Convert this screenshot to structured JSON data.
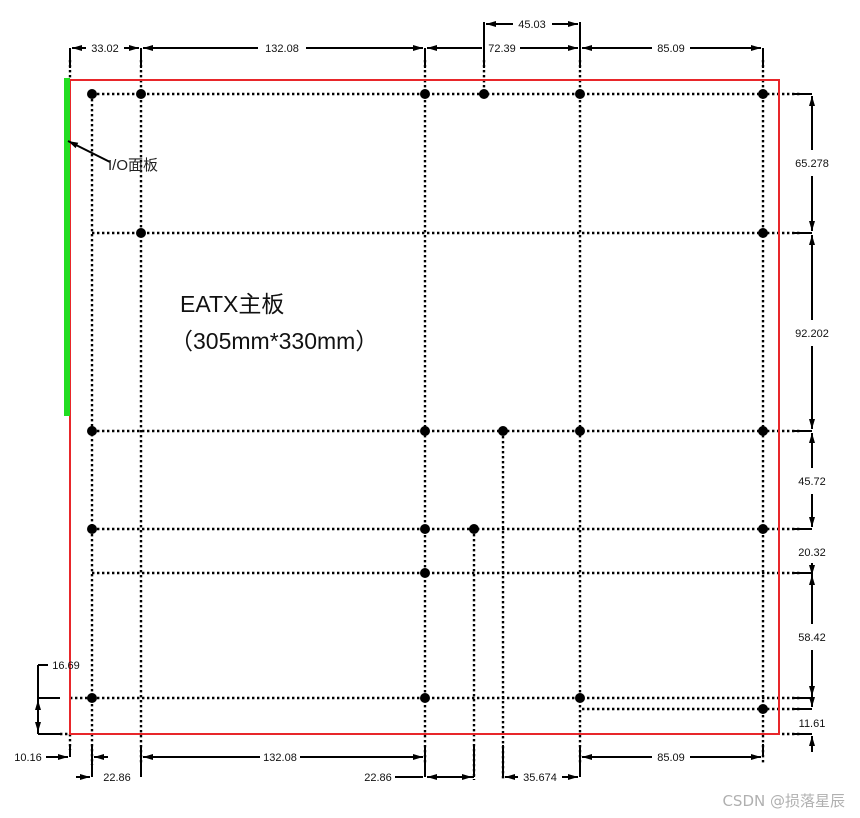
{
  "title": {
    "line1": "EATX主板",
    "line2": "（305mm*330mm）"
  },
  "io_panel": {
    "label": "I/O面板",
    "color": "#22dd22"
  },
  "colors": {
    "board_outline": "#e8262a",
    "io_panel": "#22dd22",
    "grid": "#000000"
  },
  "dimensions": {
    "top": [
      {
        "id": "top_1",
        "value": "33.02"
      },
      {
        "id": "top_2",
        "value": "132.08"
      },
      {
        "id": "top_3",
        "value": "72.39"
      },
      {
        "id": "top_4",
        "value": "85.09"
      },
      {
        "id": "top_5",
        "value": "45.03"
      }
    ],
    "right": [
      {
        "id": "right_1",
        "value": "65.278"
      },
      {
        "id": "right_2",
        "value": "92.202"
      },
      {
        "id": "right_3",
        "value": "45.72"
      },
      {
        "id": "right_4",
        "value": "20.32"
      },
      {
        "id": "right_5",
        "value": "58.42"
      },
      {
        "id": "right_6",
        "value": "11.61"
      }
    ],
    "left": [
      {
        "id": "left_1",
        "value": "16.69"
      },
      {
        "id": "left_2",
        "value": "10.16"
      }
    ],
    "bottom": [
      {
        "id": "bottom_1",
        "value": "22.86"
      },
      {
        "id": "bottom_2",
        "value": "132.08"
      },
      {
        "id": "bottom_3",
        "value": "22.86"
      },
      {
        "id": "bottom_4",
        "value": "35.674"
      },
      {
        "id": "bottom_5",
        "value": "85.09"
      }
    ]
  },
  "watermark": "CSDN @损落星辰"
}
